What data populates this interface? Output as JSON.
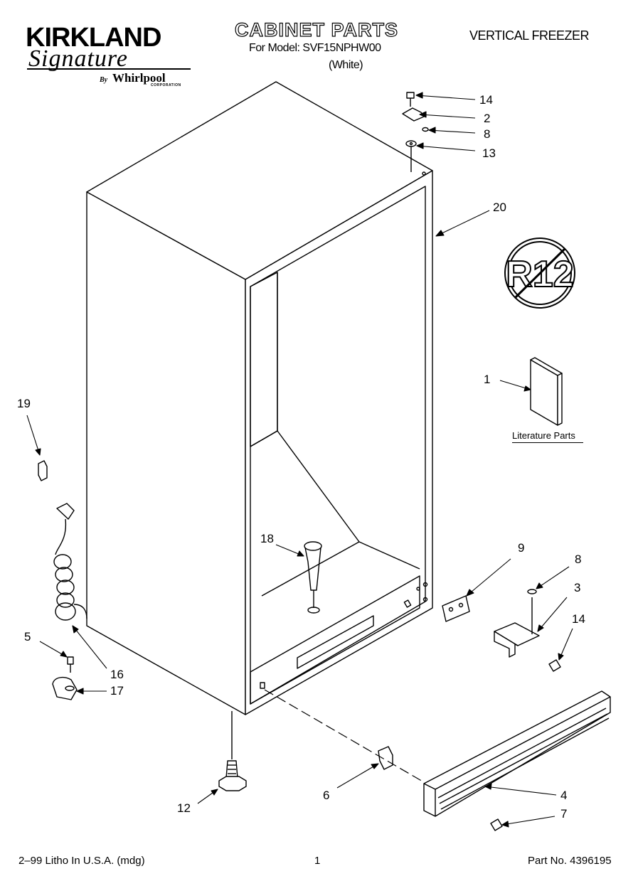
{
  "brand": {
    "name": "KIRKLAND",
    "signature": "Signature",
    "by": "By",
    "maker": "Whirlpool",
    "maker_suffix": "CORPORATION"
  },
  "header": {
    "title": "CABINET PARTS",
    "model_line": "For Model: SVF15NPHW00",
    "color_line": "(White)",
    "category": "VERTICAL FREEZER"
  },
  "badge": {
    "text": "R12"
  },
  "literature": {
    "label": "Literature Parts"
  },
  "callouts": [
    "14",
    "2",
    "8",
    "13",
    "20",
    "1",
    "19",
    "18",
    "9",
    "8",
    "3",
    "14",
    "5",
    "16",
    "17",
    "12",
    "6",
    "4",
    "7"
  ],
  "footer": {
    "litho": "2–99 Litho In U.S.A. (mdg)",
    "page": "1",
    "part_number": "Part No. 4396195"
  }
}
